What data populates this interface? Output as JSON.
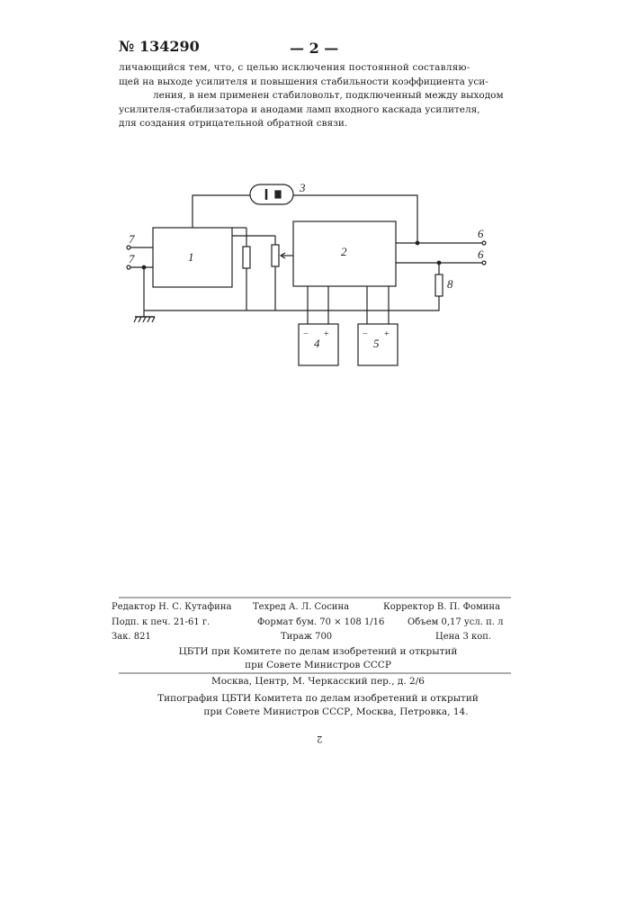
{
  "header": {
    "patent_number": "№ 134290",
    "page_number": "— 2 —"
  },
  "claim_lines": [
    "личающийся тем, что, с целью исключения постоянной составляю-",
    "щей на выходе усилителя и повышения стабильности коэффициента уси-",
    "ления, в нем применен стабиловольт, подключенный между выходом",
    "усилителя-стабилизатора и анодами ламп входного каскада усилителя,",
    "для создания отрицательной обратной связи."
  ],
  "diagram": {
    "labels": {
      "block1": "1",
      "block2": "2",
      "tube": "3",
      "supply4": "4",
      "supply5": "5",
      "input_top": "7",
      "input_bottom": "7",
      "output_top": "6",
      "output_bottom": "6",
      "resistor8": "8",
      "minus4": "−",
      "plus4": "+",
      "minus5": "−",
      "plus5": "+"
    }
  },
  "imprint": {
    "editor": "Редактор Н. С. Кутафина",
    "techeditor": "Техред А. Л. Сосина",
    "corrector": "Корректор В. П. Фомина",
    "signed": "Подп. к печ. 21-61 г.",
    "format": "Формат бум. 70 × 108 1/16",
    "volume": "Объем 0,17 усл. п. л",
    "order": "Зак. 821",
    "circulation": "Тираж 700",
    "price": "Цена 3 коп.",
    "org_line1": "ЦБТИ при Комитете по делам изобретений и открытий",
    "org_line2": "при Совете Министров СССР",
    "address": "Москва, Центр, М. Черкасский пер., д. 2/6",
    "typo_line1": "Типография ЦБТИ Комитета по делам изобретений и открытий",
    "typo_line2": "при Совете Министров СССР, Москва, Петровка, 14."
  },
  "footer_mark": "2"
}
